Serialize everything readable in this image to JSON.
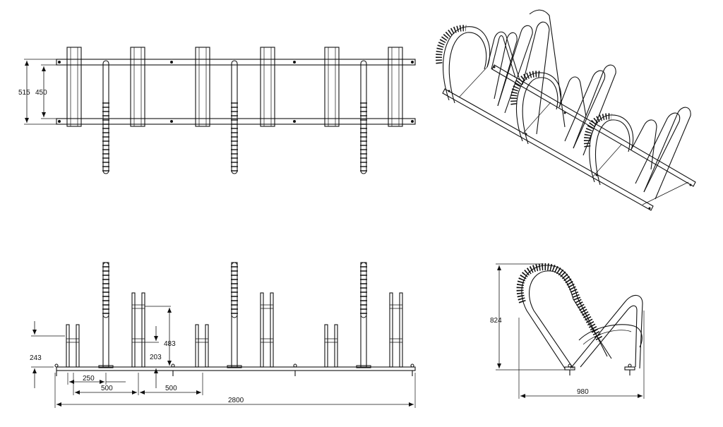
{
  "top_view": {
    "dim_outer": "515",
    "dim_inner": "450"
  },
  "front_view": {
    "dim_low_height": "243",
    "dim_spacing_a": "250",
    "dim_spacing_b": "500",
    "dim_spacing_c": "500",
    "dim_mid_height": "203",
    "dim_tall_height": "483",
    "dim_total_length": "2800"
  },
  "side_view": {
    "dim_height": "824",
    "dim_depth": "980"
  }
}
